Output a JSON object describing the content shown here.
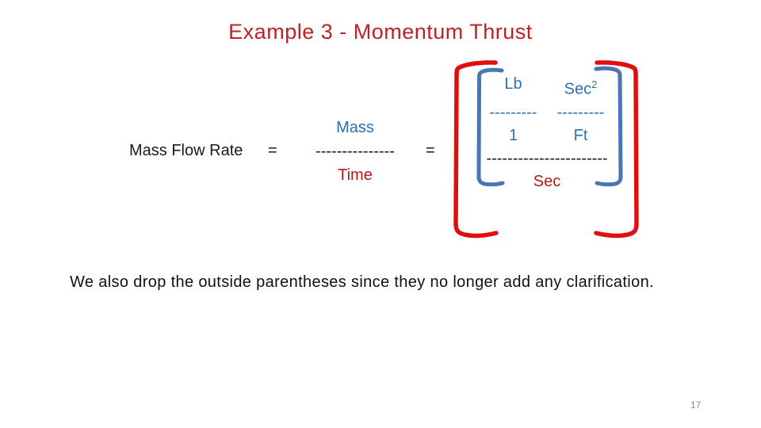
{
  "title": "Example 3 - Momentum Thrust",
  "equation": {
    "lhs": "Mass Flow Rate",
    "equals": "=",
    "fraction": {
      "numerator": "Mass",
      "rule": "---------------",
      "denominator": "Time"
    },
    "matrix": {
      "col1_top": "Lb",
      "col2_top_base": "Sec",
      "col2_top_sup": "2",
      "col1_rule": "---------",
      "col2_rule": "---------",
      "col1_bottom": "1",
      "col2_bottom": "Ft",
      "main_rule": "-----------------------",
      "denominator": "Sec"
    }
  },
  "footer": {
    "note": "We also drop the outside parentheses since they no longer add any clarification."
  },
  "page_number": "17",
  "colors": {
    "title_red": "#be2126",
    "text_red": "#b91919",
    "text_blue": "#2b71ae",
    "bracket_red": "#e00e0e",
    "bracket_blue": "#4a74b4",
    "text_black": "#1a1a1a",
    "page_gray": "#8c8c8c",
    "background": "#ffffff"
  }
}
